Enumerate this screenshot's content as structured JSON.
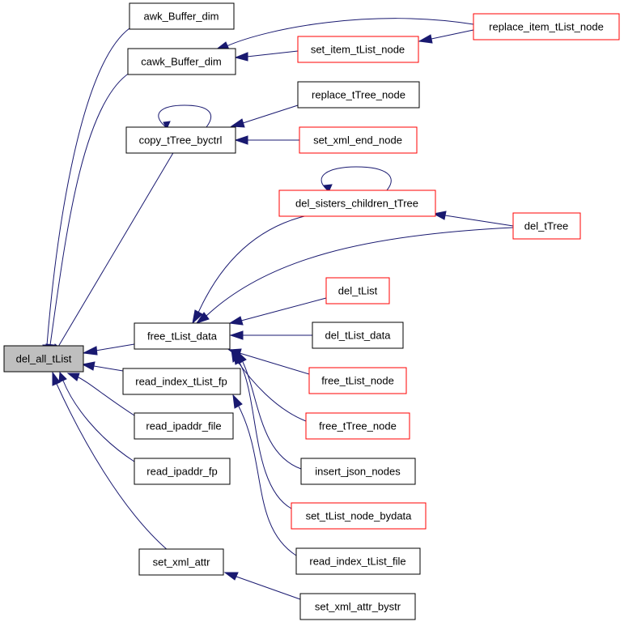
{
  "nodes": {
    "del_all_tList": "del_all_tList",
    "awk_Buffer_dim": "awk_Buffer_dim",
    "cawk_Buffer_dim": "cawk_Buffer_dim",
    "copy_tTree_byctrl": "copy_tTree_byctrl",
    "free_tList_data": "free_tList_data",
    "read_index_tList_fp": "read_index_tList_fp",
    "read_ipaddr_file": "read_ipaddr_file",
    "read_ipaddr_fp": "read_ipaddr_fp",
    "set_xml_attr": "set_xml_attr",
    "set_item_tList_node": "set_item_tList_node",
    "replace_item_tList_node": "replace_item_tList_node",
    "replace_tTree_node": "replace_tTree_node",
    "set_xml_end_node": "set_xml_end_node",
    "del_sisters_children_tTree": "del_sisters_children_tTree",
    "del_tTree": "del_tTree",
    "del_tList": "del_tList",
    "del_tList_data": "del_tList_data",
    "free_tList_node": "free_tList_node",
    "free_tTree_node": "free_tTree_node",
    "insert_json_nodes": "insert_json_nodes",
    "set_tList_node_bydata": "set_tList_node_bydata",
    "read_index_tList_file": "read_index_tList_file",
    "set_xml_attr_bystr": "set_xml_attr_bystr"
  },
  "colors": {
    "edge": "#191970",
    "red_border": "#ff0000",
    "black_border": "#000000",
    "root_fill": "#bfbfbf"
  }
}
